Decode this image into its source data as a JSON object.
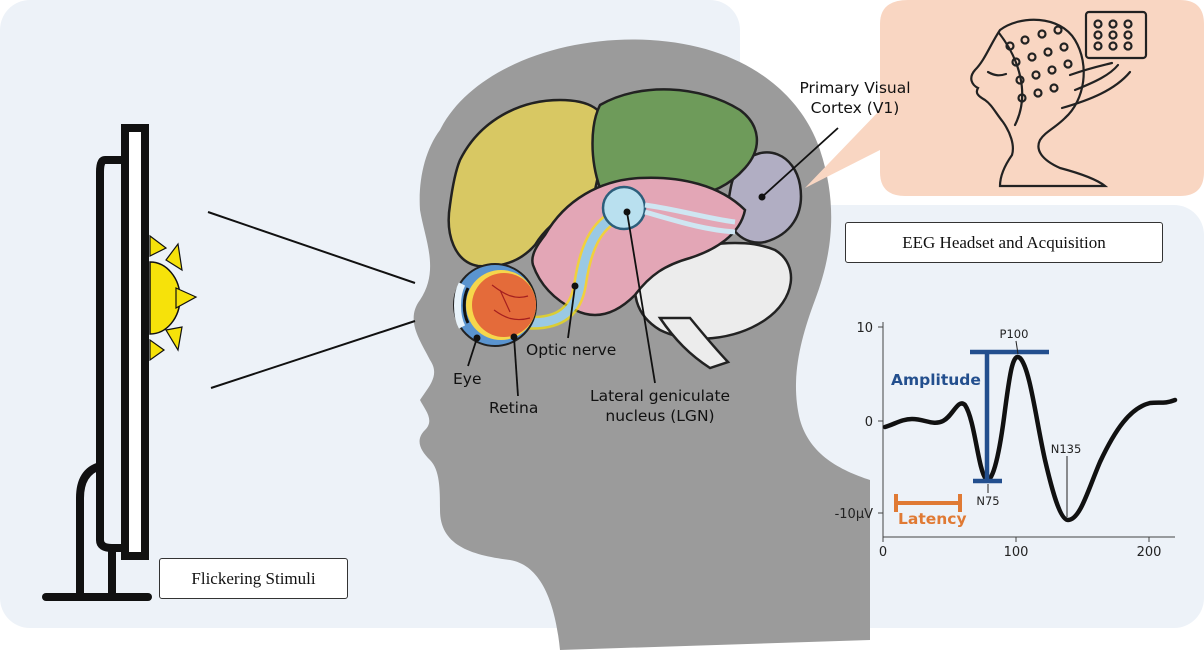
{
  "labels": {
    "flickering_stimuli": "Flickering Stimuli",
    "eeg_headset": "EEG Headset and Acquisition",
    "primary_visual_cortex": "Primary Visual Cortex (V1)",
    "optic_nerve": "Optic nerve",
    "eye": "Eye",
    "retina": "Retina",
    "lgn": "Lateral geniculate nucleus (LGN)"
  },
  "vep_chart": {
    "y_ticks": [
      "10",
      "0",
      "-10μV"
    ],
    "x_ticks": [
      "0",
      "100",
      "200"
    ],
    "annotations": {
      "p100": "P100",
      "n75": "N75",
      "n135": "N135",
      "amplitude": "Amplitude",
      "latency": "Latency"
    }
  },
  "colors": {
    "panel_bg": "#edf2f8",
    "head_silhouette": "#9b9b9b",
    "frontal_lobe": "#d8c863",
    "parietal_lobe": "#6e9b5a",
    "temporal_lobe": "#e3a6b6",
    "occipital_lobe": "#b1aec3",
    "cerebellum": "#ececec",
    "callout_bg": "#f9d6c2",
    "amplitude_color": "#234f8e",
    "latency_color": "#e07a34",
    "sun_color": "#f6e20a"
  }
}
